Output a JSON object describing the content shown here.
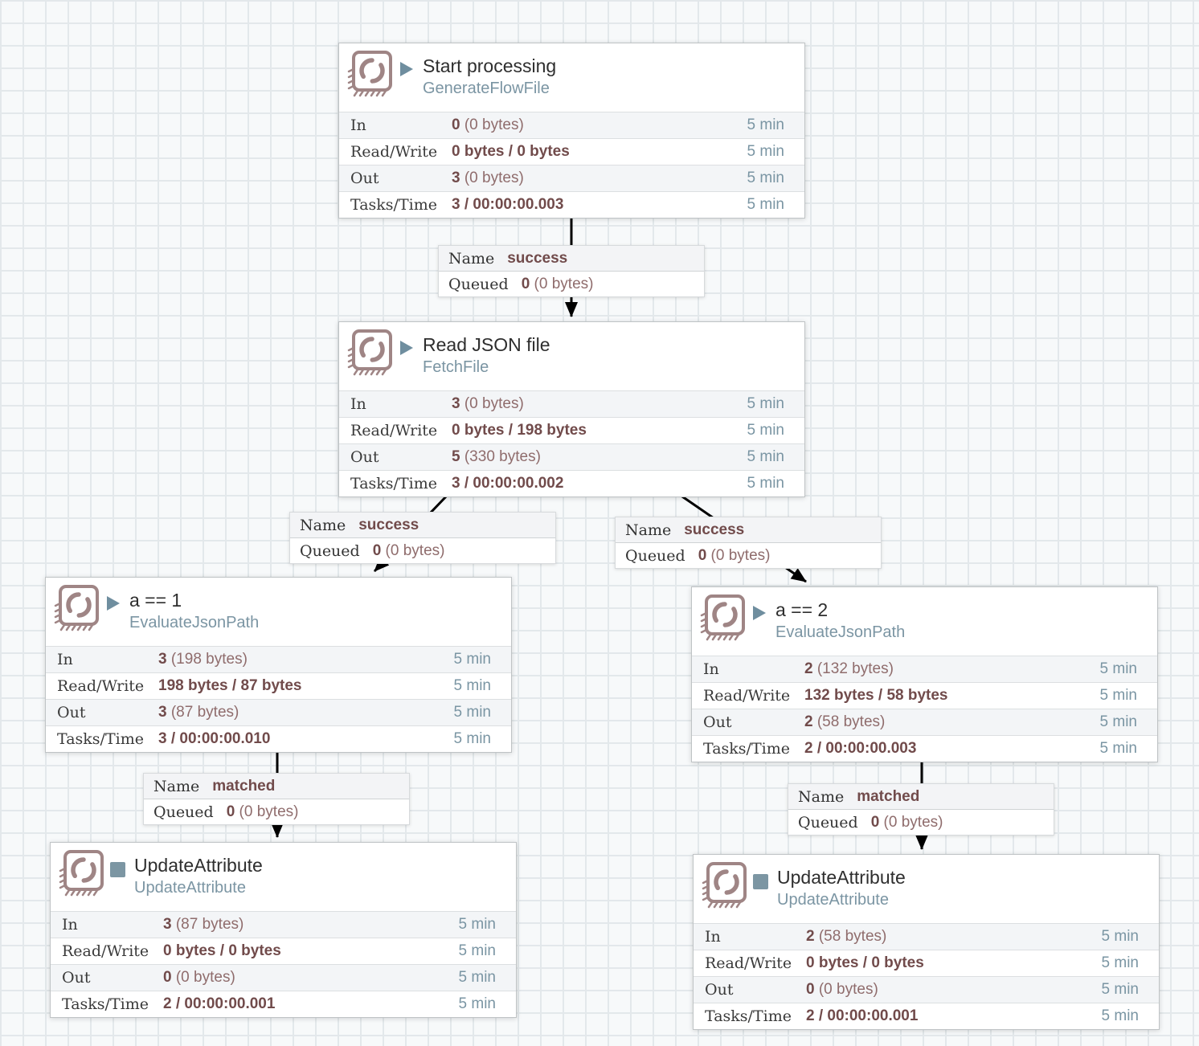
{
  "colors": {
    "accent_maroon": "#714b4b",
    "maroon_light": "#8f6c6c",
    "steel_blue": "#7a95a3",
    "icon_mauve": "#9f8585",
    "grid_line": "#e3e8eb",
    "canvas_bg": "#f7f9fa"
  },
  "processors": [
    {
      "name": "Start processing",
      "type": "GenerateFlowFile",
      "status": "running",
      "stats": [
        {
          "label": "In",
          "bold": "0",
          "rest": " (0 bytes)",
          "window": "5 min"
        },
        {
          "label": "Read/Write",
          "bold": "0 bytes / 0 bytes",
          "rest": "",
          "window": "5 min"
        },
        {
          "label": "Out",
          "bold": "3",
          "rest": " (0 bytes)",
          "window": "5 min"
        },
        {
          "label": "Tasks/Time",
          "bold": "3 / 00:00:00.003",
          "rest": "",
          "window": "5 min"
        }
      ]
    },
    {
      "name": "Read JSON file",
      "type": "FetchFile",
      "status": "running",
      "stats": [
        {
          "label": "In",
          "bold": "3",
          "rest": " (0 bytes)",
          "window": "5 min"
        },
        {
          "label": "Read/Write",
          "bold": "0 bytes / 198 bytes",
          "rest": "",
          "window": "5 min"
        },
        {
          "label": "Out",
          "bold": "5",
          "rest": " (330 bytes)",
          "window": "5 min"
        },
        {
          "label": "Tasks/Time",
          "bold": "3 / 00:00:00.002",
          "rest": "",
          "window": "5 min"
        }
      ]
    },
    {
      "name": "a == 1",
      "type": "EvaluateJsonPath",
      "status": "running",
      "stats": [
        {
          "label": "In",
          "bold": "3",
          "rest": " (198 bytes)",
          "window": "5 min"
        },
        {
          "label": "Read/Write",
          "bold": "198 bytes / 87 bytes",
          "rest": "",
          "window": "5 min"
        },
        {
          "label": "Out",
          "bold": "3",
          "rest": " (87 bytes)",
          "window": "5 min"
        },
        {
          "label": "Tasks/Time",
          "bold": "3 / 00:00:00.010",
          "rest": "",
          "window": "5 min"
        }
      ]
    },
    {
      "name": "a == 2",
      "type": "EvaluateJsonPath",
      "status": "running",
      "stats": [
        {
          "label": "In",
          "bold": "2",
          "rest": " (132 bytes)",
          "window": "5 min"
        },
        {
          "label": "Read/Write",
          "bold": "132 bytes / 58 bytes",
          "rest": "",
          "window": "5 min"
        },
        {
          "label": "Out",
          "bold": "2",
          "rest": " (58 bytes)",
          "window": "5 min"
        },
        {
          "label": "Tasks/Time",
          "bold": "2 / 00:00:00.003",
          "rest": "",
          "window": "5 min"
        }
      ]
    },
    {
      "name": "UpdateAttribute",
      "type": "UpdateAttribute",
      "status": "stopped",
      "stats": [
        {
          "label": "In",
          "bold": "3",
          "rest": " (87 bytes)",
          "window": "5 min"
        },
        {
          "label": "Read/Write",
          "bold": "0 bytes / 0 bytes",
          "rest": "",
          "window": "5 min"
        },
        {
          "label": "Out",
          "bold": "0",
          "rest": " (0 bytes)",
          "window": "5 min"
        },
        {
          "label": "Tasks/Time",
          "bold": "2 / 00:00:00.001",
          "rest": "",
          "window": "5 min"
        }
      ]
    },
    {
      "name": "UpdateAttribute",
      "type": "UpdateAttribute",
      "status": "stopped",
      "stats": [
        {
          "label": "In",
          "bold": "2",
          "rest": " (58 bytes)",
          "window": "5 min"
        },
        {
          "label": "Read/Write",
          "bold": "0 bytes / 0 bytes",
          "rest": "",
          "window": "5 min"
        },
        {
          "label": "Out",
          "bold": "0",
          "rest": " (0 bytes)",
          "window": "5 min"
        },
        {
          "label": "Tasks/Time",
          "bold": "2 / 00:00:00.001",
          "rest": "",
          "window": "5 min"
        }
      ]
    }
  ],
  "connections": [
    {
      "name_key": "Name",
      "name": "success",
      "queued_key": "Queued",
      "queued_bold": "0",
      "queued_rest": " (0 bytes)"
    },
    {
      "name_key": "Name",
      "name": "success",
      "queued_key": "Queued",
      "queued_bold": "0",
      "queued_rest": " (0 bytes)"
    },
    {
      "name_key": "Name",
      "name": "success",
      "queued_key": "Queued",
      "queued_bold": "0",
      "queued_rest": " (0 bytes)"
    },
    {
      "name_key": "Name",
      "name": "matched",
      "queued_key": "Queued",
      "queued_bold": "0",
      "queued_rest": " (0 bytes)"
    },
    {
      "name_key": "Name",
      "name": "matched",
      "queued_key": "Queued",
      "queued_bold": "0",
      "queued_rest": " (0 bytes)"
    }
  ]
}
